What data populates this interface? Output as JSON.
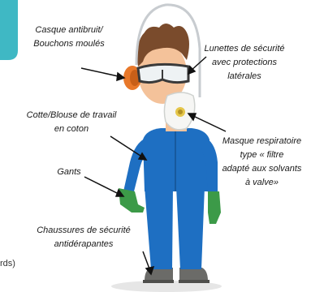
{
  "labels": {
    "hearing": [
      "Casque antibruit/",
      "Bouchons moulés"
    ],
    "goggles": [
      "Lunettes de sécurité",
      "avec protections",
      "latérales"
    ],
    "coat": [
      "Cotte/Blouse de travail",
      "en coton"
    ],
    "gloves": [
      "Gants"
    ],
    "mask": [
      "Masque respiratoire",
      "type « filtre",
      "adapté aux solvants",
      "à valve»"
    ],
    "shoes": [
      "Chaussures de sécurité",
      "antidérapantes"
    ]
  },
  "edge_text": "rds)",
  "colors": {
    "teal_tab": "#3fb8c4",
    "suit": "#1e6fc2",
    "gloves": "#3c9a48",
    "earmuff": "#e8782a",
    "skin": "#f4c29a",
    "hair": "#7a4b2c",
    "boots": "#6b6b68"
  }
}
